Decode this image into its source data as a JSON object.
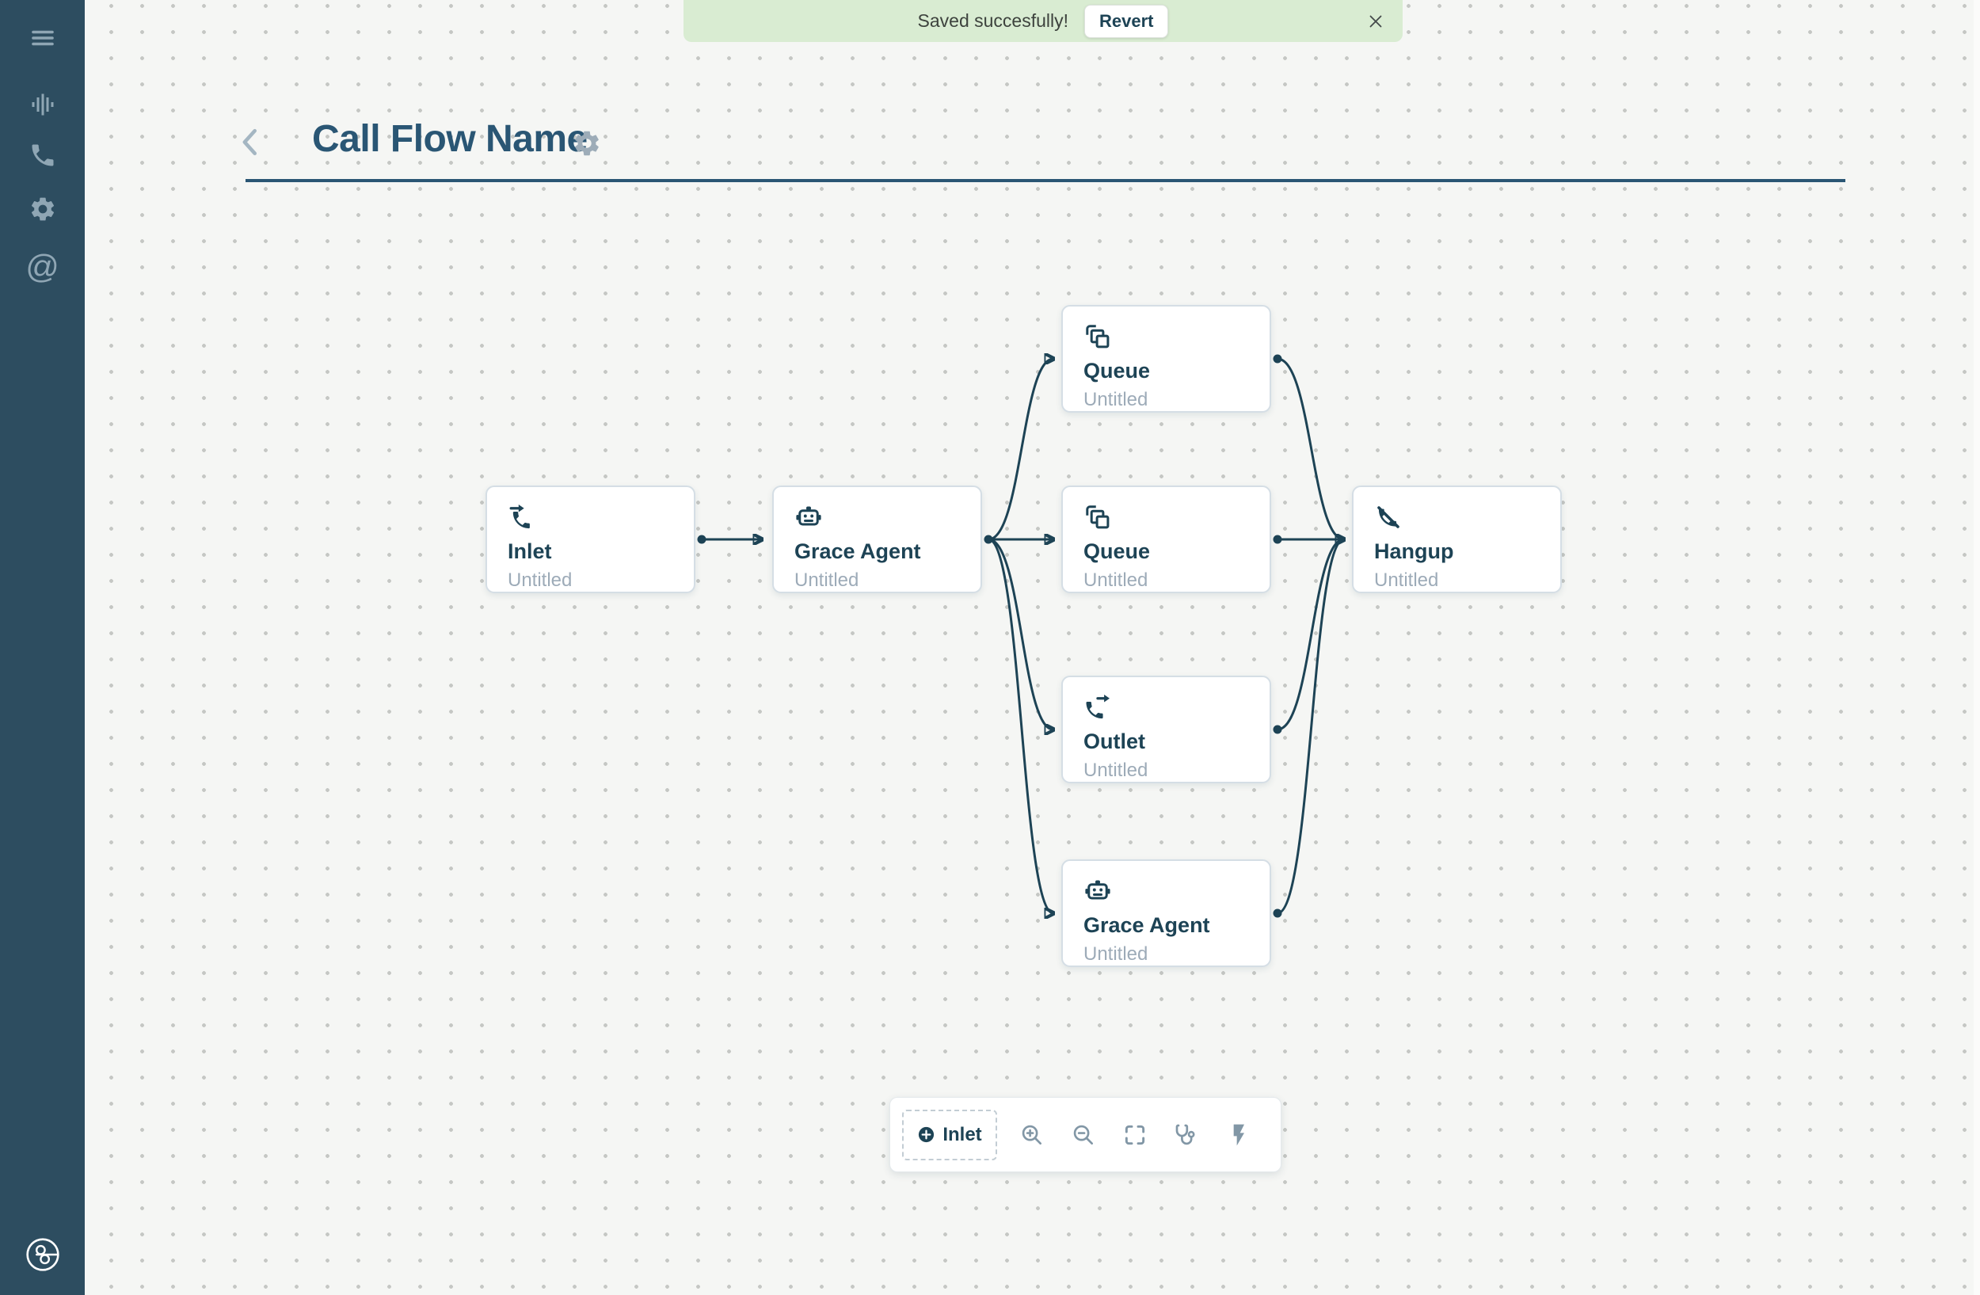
{
  "header": {
    "title": "Call Flow Name"
  },
  "toast": {
    "message": "Saved succesfully!",
    "revert_label": "Revert"
  },
  "sidebar": {
    "icons": [
      "menu",
      "voice-activity",
      "phone",
      "settings",
      "at-sign"
    ],
    "at_glyph": "@",
    "logo": "gridspace-logo"
  },
  "nodes": [
    {
      "id": "inlet",
      "type_label": "Inlet",
      "name": "Untitled",
      "icon": "phone-incoming"
    },
    {
      "id": "grace-agent-1",
      "type_label": "Grace Agent",
      "name": "Untitled",
      "icon": "robot"
    },
    {
      "id": "queue-1",
      "type_label": "Queue",
      "name": "Untitled",
      "icon": "stacked-layers"
    },
    {
      "id": "queue-2",
      "type_label": "Queue",
      "name": "Untitled",
      "icon": "stacked-layers"
    },
    {
      "id": "outlet",
      "type_label": "Outlet",
      "name": "Untitled",
      "icon": "phone-outgoing"
    },
    {
      "id": "grace-agent-2",
      "type_label": "Grace Agent",
      "name": "Untitled",
      "icon": "robot"
    },
    {
      "id": "hangup",
      "type_label": "Hangup",
      "name": "Untitled",
      "icon": "phone-hangup"
    }
  ],
  "edges": [
    {
      "from": "inlet",
      "to": "grace-agent-1"
    },
    {
      "from": "grace-agent-1",
      "to": "queue-1"
    },
    {
      "from": "grace-agent-1",
      "to": "queue-2"
    },
    {
      "from": "grace-agent-1",
      "to": "outlet"
    },
    {
      "from": "grace-agent-1",
      "to": "grace-agent-2"
    },
    {
      "from": "queue-1",
      "to": "hangup"
    },
    {
      "from": "queue-2",
      "to": "hangup"
    },
    {
      "from": "outlet",
      "to": "hangup"
    },
    {
      "from": "grace-agent-2",
      "to": "hangup"
    }
  ],
  "toolbar": {
    "add_inlet_label": "Inlet",
    "icons": [
      "zoom-in",
      "zoom-out",
      "fit-view",
      "diagnostics",
      "quick-run"
    ]
  },
  "colors": {
    "accent_navy": "#1d4355",
    "title_teal": "#2a5674",
    "sidebar_bg": "#2d4d60",
    "toast_green": "#d9ecd2",
    "canvas_bg": "#f5f6f4"
  }
}
